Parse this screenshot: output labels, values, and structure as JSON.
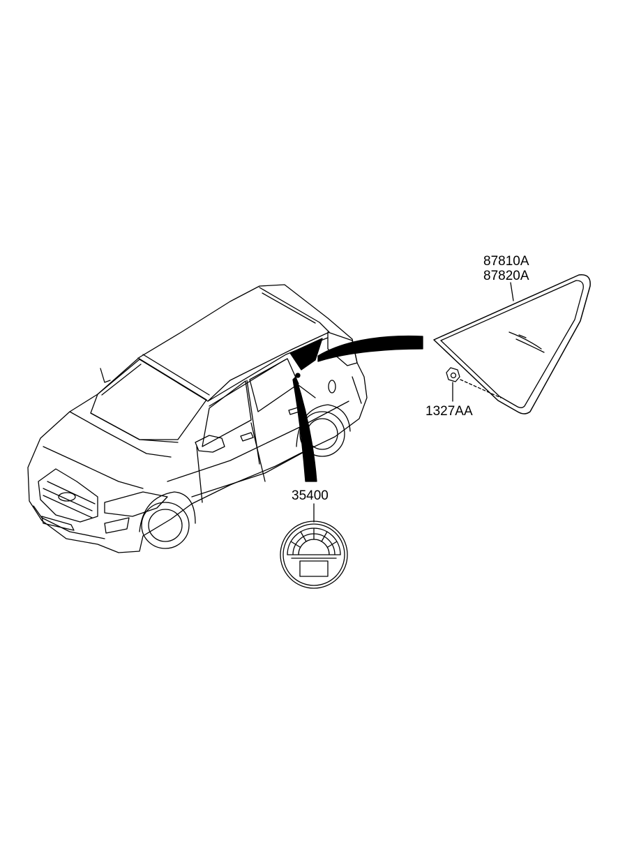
{
  "diagram": {
    "part_labels": {
      "quarter_glass_lh": "87810A",
      "quarter_glass_rh": "87820A",
      "fastener": "1327AA",
      "emblem": "35400"
    }
  }
}
